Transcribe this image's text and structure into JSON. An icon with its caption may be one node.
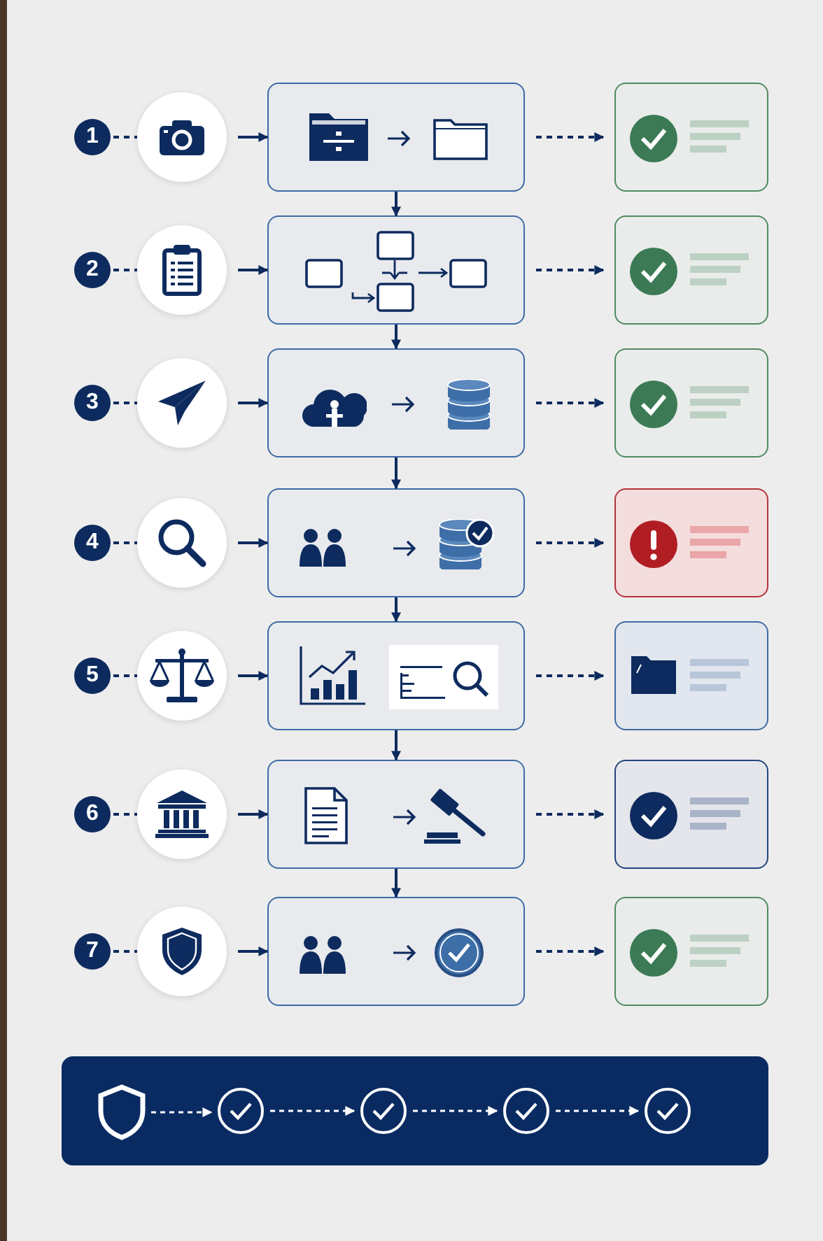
{
  "diagram": {
    "nodes": [
      {
        "text": [
          "1"
        ]
      },
      {
        "text": [],
        "shape": "circle"
      },
      {
        "text": [],
        "shape": "box"
      },
      {
        "text": [],
        "shape": "box"
      },
      {
        "text": [
          "2"
        ]
      },
      {
        "text": [],
        "shape": "circle"
      },
      {
        "text": [],
        "shape": "box"
      },
      {
        "text": [],
        "shape": "box"
      },
      {
        "text": [
          "3"
        ]
      },
      {
        "text": [],
        "shape": "circle"
      },
      {
        "text": [],
        "shape": "box"
      },
      {
        "text": [],
        "shape": "box"
      },
      {
        "text": [
          "4"
        ]
      },
      {
        "text": [],
        "shape": "circle"
      },
      {
        "text": [],
        "shape": "box"
      },
      {
        "text": [],
        "shape": "box"
      },
      {
        "text": [
          "5"
        ]
      },
      {
        "text": [],
        "shape": "circle"
      },
      {
        "text": [],
        "shape": "box"
      },
      {
        "text": [],
        "shape": "box"
      },
      {
        "text": [
          "6"
        ]
      },
      {
        "text": [],
        "shape": "circle"
      },
      {
        "text": [],
        "shape": "box"
      },
      {
        "text": [],
        "shape": "box"
      },
      {
        "text": [
          "7"
        ]
      },
      {
        "text": [],
        "shape": "circle"
      },
      {
        "text": [],
        "shape": "box"
      },
      {
        "text": [],
        "shape": "box"
      },
      {
        "text": [],
        "shape": "bar"
      },
      {
        "text": [],
        "shape": "shield",
        "in": 28
      },
      {
        "text": [],
        "shape": "circle",
        "in": 28
      },
      {
        "text": [],
        "shape": "circle",
        "in": 28
      },
      {
        "text": [],
        "shape": "circle",
        "in": 28
      },
      {
        "text": [],
        "shape": "circle",
        "in": 28
      }
    ],
    "edges": [
      {
        "from": 0,
        "to": 1,
        "arrow": "none",
        "style": "dashed"
      },
      {
        "from": 1,
        "to": 2,
        "arrow": "to"
      },
      {
        "from": 2,
        "to": 3,
        "arrow": "to",
        "style": "dashed"
      },
      {
        "from": 4,
        "to": 5,
        "arrow": "none",
        "style": "dashed"
      },
      {
        "from": 5,
        "to": 6,
        "arrow": "to"
      },
      {
        "from": 6,
        "to": 7,
        "arrow": "to",
        "style": "dashed"
      },
      {
        "from": 8,
        "to": 9,
        "arrow": "none",
        "style": "dashed"
      },
      {
        "from": 9,
        "to": 10,
        "arrow": "to"
      },
      {
        "from": 10,
        "to": 11,
        "arrow": "to",
        "style": "dashed"
      },
      {
        "from": 12,
        "to": 13,
        "arrow": "none",
        "style": "dashed"
      },
      {
        "from": 13,
        "to": 14,
        "arrow": "to"
      },
      {
        "from": 14,
        "to": 15,
        "arrow": "to",
        "style": "dashed"
      },
      {
        "from": 16,
        "to": 17,
        "arrow": "none",
        "style": "dashed"
      },
      {
        "from": 17,
        "to": 18,
        "arrow": "to"
      },
      {
        "from": 18,
        "to": 19,
        "arrow": "to",
        "style": "dashed"
      },
      {
        "from": 20,
        "to": 21,
        "arrow": "none",
        "style": "dashed"
      },
      {
        "from": 21,
        "to": 22,
        "arrow": "to"
      },
      {
        "from": 22,
        "to": 23,
        "arrow": "to",
        "style": "dashed"
      },
      {
        "from": 24,
        "to": 25,
        "arrow": "none",
        "style": "dashed"
      },
      {
        "from": 25,
        "to": 26,
        "arrow": "to"
      },
      {
        "from": 26,
        "to": 27,
        "arrow": "to",
        "style": "dashed"
      },
      {
        "from": 2,
        "to": 6,
        "arrow": "to"
      },
      {
        "from": 6,
        "to": 10,
        "arrow": "to"
      },
      {
        "from": 10,
        "to": 14,
        "arrow": "to"
      },
      {
        "from": 14,
        "to": 18,
        "arrow": "to"
      },
      {
        "from": 18,
        "to": 22,
        "arrow": "to"
      },
      {
        "from": 22,
        "to": 26,
        "arrow": "to"
      },
      {
        "from": 29,
        "to": 30,
        "arrow": "to",
        "style": "dashed",
        "color": "#ffffff"
      },
      {
        "from": 30,
        "to": 31,
        "arrow": "to",
        "style": "dashed",
        "color": "#ffffff"
      },
      {
        "from": 31,
        "to": 32,
        "arrow": "to",
        "style": "dashed",
        "color": "#ffffff"
      },
      {
        "from": 32,
        "to": 33,
        "arrow": "to",
        "style": "dashed",
        "color": "#ffffff"
      }
    ]
  }
}
